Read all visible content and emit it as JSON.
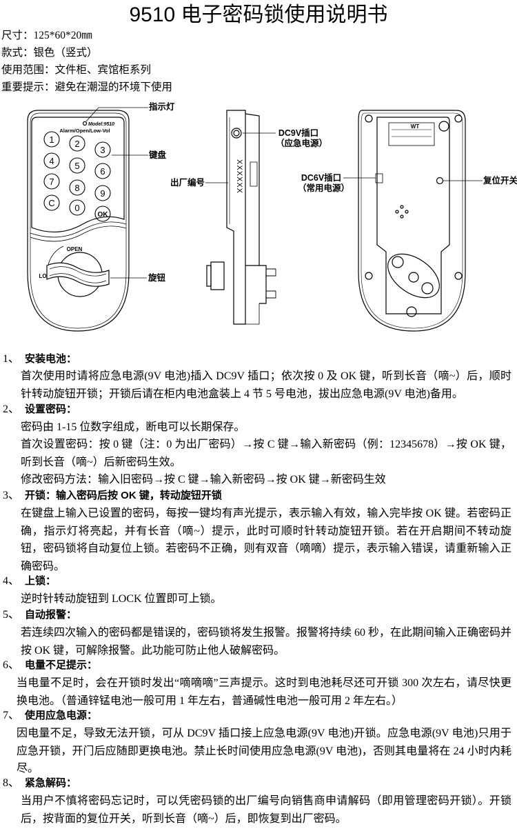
{
  "title": "9510 电子密码锁使用说明书",
  "specs": [
    "尺寸：125*60*20㎜",
    "款式：银色（竖式）",
    "使用范围：文件柜、宾馆柜系列",
    "重要提示：避免在潮湿的环境下使用"
  ],
  "figure": {
    "front": {
      "model_label": "Model:9510",
      "status_label": "Alarm/Open/Low-Vol",
      "keys": [
        "1",
        "2",
        "3",
        "4",
        "5",
        "6",
        "7",
        "8",
        "9",
        "C",
        "0",
        "OK"
      ],
      "knob_open": "OPEN",
      "knob_lock": "LO",
      "callouts": {
        "indicator": "指示灯",
        "keypad": "键盘",
        "knob": "旋钮"
      }
    },
    "side": {
      "serial": "XXXXXX",
      "callouts": {
        "dc9v_line1": "DC9V插口",
        "dc9v_line2": "（应急电源）",
        "serial_label": "出厂编号"
      }
    },
    "back": {
      "label_brand": "WT",
      "callouts": {
        "dc6v_line1": "DC6V插口",
        "dc6v_line2": "（常用电源）",
        "reset": "复位开关"
      }
    }
  },
  "sections": [
    {
      "num": "1、",
      "title": "安装电池：",
      "paras": [
        "首次使用时请将应急电源(9V 电池)插入 DC9V 插口；依次按 0 及 OK 键，听到长音（嘀~）后，顺时针转动旋钮开锁；开锁后请在柜内电池盒装上 4 节 5 号电池，拔出应急电源(9V 电池)备用。"
      ]
    },
    {
      "num": "2、",
      "title": "设置密码：",
      "paras": [
        "密码由 1-15 位数字组成，断电可以长期保存。",
        "首次设置密码：按 0 键（注：0 为出厂密码）→按 C 键→输入新密码（例：12345678）→按 OK 键，听到长音（嘀~）后新密码生效。",
        "修改密码方法：输入旧密码→按 C 键→输入新密码→按 OK 键→新密码生效"
      ]
    },
    {
      "num": "3、",
      "title": "开锁：输入密码后按 OK 键，转动旋钮开锁",
      "paras": [
        "在键盘上输入已设置的密码，每按一键均有声光提示，表示输入有效，输入完毕按 OK 键。若密码正确，指示灯将亮起，并有长音（嘀~）提示，此时可顺时针转动旋钮开锁。若在开启期间不转动旋钮，密码锁将自动复位上锁。若密码不正确，则有双音（嘀嘀）提示，表示输入错误，请重新输入正确密码。"
      ]
    },
    {
      "num": "4、",
      "title": "上锁：",
      "paras": [
        "逆时针转动旋钮到 LOCK 位置即可上锁。"
      ]
    },
    {
      "num": "5、",
      "title": "自动报警：",
      "paras": [
        "若连续四次输入的密码都是错误的，密码锁将发生报警。报警将持续 60 秒，在此期间输入正确密码并按 OK 键，可解除报警。此功能可防止他人破解密码。"
      ]
    },
    {
      "num": "6、",
      "title": "电量不足提示：",
      "paras": [
        "当电量不足时，会在开锁时发出“嘀嘀嘀”三声提示。这时到电池耗尽还可开锁 300 次左右，请尽快更换电池。（普通锌锰电池一般可用 1 年左右，普通碱性电池一般可用 2 年左右。）"
      ]
    },
    {
      "num": "7、",
      "title": "使用应急电源：",
      "paras": [
        "因电量不足，导致无法开锁，可从 DC9V 插口接上应急电源(9V 电池)开锁。应急电源(9V 电池)只用于应急开锁，开门后应随即更换电池。禁止长时间使用应急电源(9V 电池)，否则其电量将在 24 小时内耗尽。"
      ]
    },
    {
      "num": "8、",
      "title": "紧急解码：",
      "paras": [
        "当用户不慎将密码忘记时，可以凭密码锁的出厂编号向销售商申请解码（即用管理密码开锁）。开锁后，按背面的复位开关，听到长音（嘀~）后，即恢复到出厂密码。"
      ]
    }
  ]
}
